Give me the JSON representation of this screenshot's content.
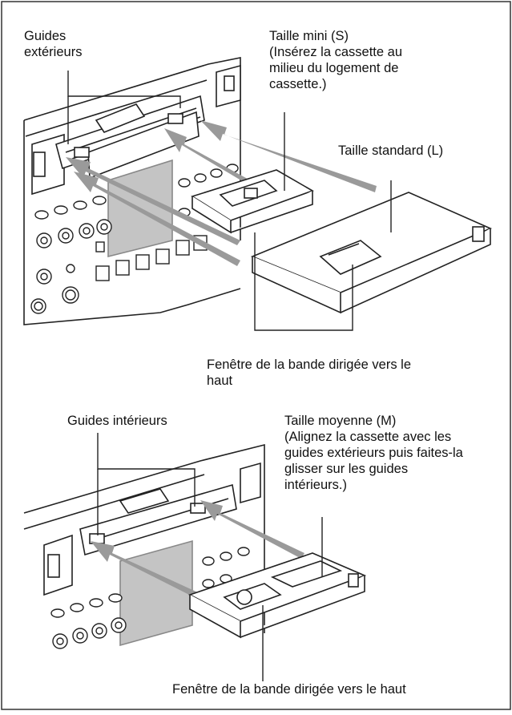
{
  "diagram": {
    "top": {
      "outer_guides_label": [
        "Guides",
        "extérieurs"
      ],
      "mini_label": [
        "Taille mini (S)",
        "(Insérez la cassette au",
        "milieu du logement de",
        "cassette.)"
      ],
      "standard_label": "Taille standard (L)",
      "window_label": [
        "Fenêtre de la bande dirigée vers le",
        "haut"
      ]
    },
    "bottom": {
      "inner_guides_label": "Guides intérieurs",
      "medium_label": [
        "Taille moyenne (M)",
        "(Alignez la cassette avec les",
        "guides extérieurs puis faites-la",
        "glisser sur les guides",
        "intérieurs.)"
      ],
      "window_label": "Fenêtre de la bande dirigée vers le haut"
    }
  },
  "colors": {
    "arrow": "#9a9a9a",
    "panel": "#c4c4c4",
    "line": "#222222",
    "frame": "#333333"
  }
}
